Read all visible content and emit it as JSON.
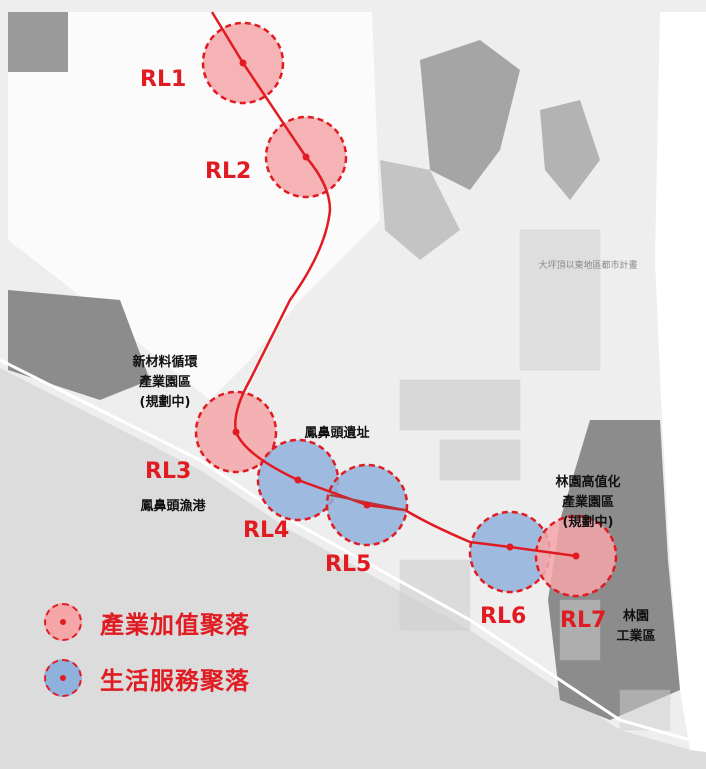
{
  "map": {
    "stations": [
      {
        "id": "RL1",
        "label": "RL1",
        "type": "industry"
      },
      {
        "id": "RL2",
        "label": "RL2",
        "type": "industry"
      },
      {
        "id": "RL3",
        "label": "RL3",
        "type": "industry"
      },
      {
        "id": "RL4",
        "label": "RL4",
        "type": "living"
      },
      {
        "id": "RL5",
        "label": "RL5",
        "type": "living"
      },
      {
        "id": "RL6",
        "label": "RL6",
        "type": "living"
      },
      {
        "id": "RL7",
        "label": "RL7",
        "type": "industry"
      }
    ],
    "places": {
      "new_material_line1": "新材料循環",
      "new_material_line2": "產業園區",
      "new_material_line3": "(規劃中)",
      "fishing_port": "鳳鼻頭漁港",
      "ruins": "鳳鼻頭遺址",
      "linyuan_hv_line1": "林園高值化",
      "linyuan_hv_line2": "產業園區",
      "linyuan_hv_line3": "(規劃中)",
      "linyuan_ind_line1": "林園",
      "linyuan_ind_line2": "工業區",
      "plan_text": "大坪頂以東地區都市計畫"
    },
    "colors": {
      "route": "#e11b22",
      "industry_fill": "#f4a6a8",
      "living_fill": "#8fb2dc",
      "label": "#e11b22"
    }
  },
  "legend": {
    "industry": "產業加值聚落",
    "living": "生活服務聚落"
  }
}
